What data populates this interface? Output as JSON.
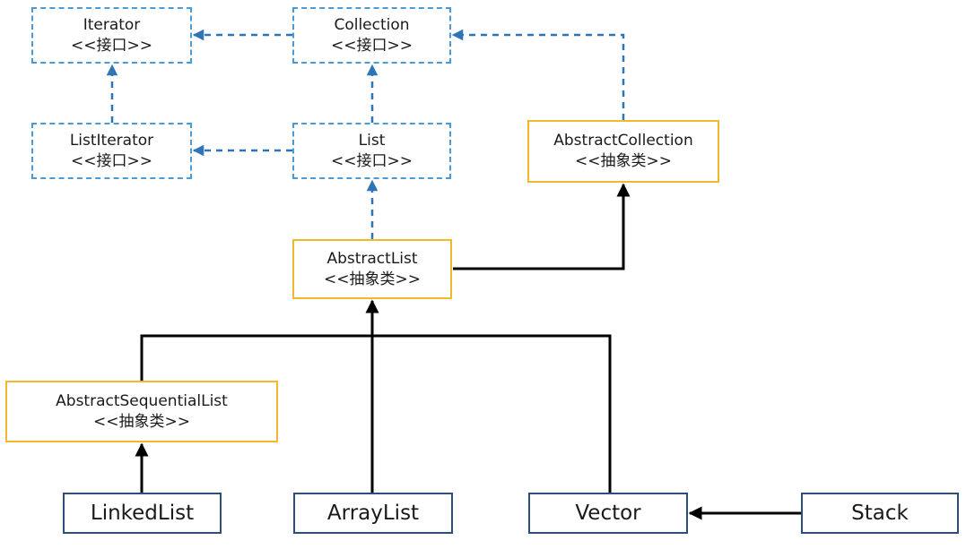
{
  "nodes": {
    "iterator": {
      "name": "Iterator",
      "stereotype": "<<接口>>"
    },
    "collection": {
      "name": "Collection",
      "stereotype": "<<接口>>"
    },
    "list_iterator": {
      "name": "ListIterator",
      "stereotype": "<<接口>>"
    },
    "list": {
      "name": "List",
      "stereotype": "<<接口>>"
    },
    "abstract_collection": {
      "name": "AbstractCollection",
      "stereotype": "<<抽象类>>"
    },
    "abstract_list": {
      "name": "AbstractList",
      "stereotype": "<<抽象类>>"
    },
    "abstract_sequential_list": {
      "name": "AbstractSequentialList",
      "stereotype": "<<抽象类>>"
    },
    "linked_list": {
      "name": "LinkedList"
    },
    "array_list": {
      "name": "ArrayList"
    },
    "vector": {
      "name": "Vector"
    },
    "stack": {
      "name": "Stack"
    }
  },
  "edges": [
    {
      "from": "collection",
      "to": "iterator",
      "kind": "dashed"
    },
    {
      "from": "list_iterator",
      "to": "iterator",
      "kind": "dashed"
    },
    {
      "from": "list",
      "to": "list_iterator",
      "kind": "dashed"
    },
    {
      "from": "list",
      "to": "collection",
      "kind": "dashed"
    },
    {
      "from": "abstract_collection",
      "to": "collection",
      "kind": "dashed"
    },
    {
      "from": "abstract_list",
      "to": "list",
      "kind": "dashed"
    },
    {
      "from": "abstract_list",
      "to": "abstract_collection",
      "kind": "solid"
    },
    {
      "from": "abstract_sequential_list",
      "to": "abstract_list",
      "kind": "solid"
    },
    {
      "from": "array_list",
      "to": "abstract_list",
      "kind": "solid"
    },
    {
      "from": "vector",
      "to": "abstract_list",
      "kind": "solid"
    },
    {
      "from": "linked_list",
      "to": "abstract_sequential_list",
      "kind": "solid"
    },
    {
      "from": "stack",
      "to": "vector",
      "kind": "solid"
    }
  ],
  "colors": {
    "interface_border": "#4a9ad6",
    "abstract_border": "#f5b82a",
    "concrete_border": "#2b4f7a",
    "dashed_arrow": "#2f75b5",
    "solid_arrow": "#000000"
  }
}
